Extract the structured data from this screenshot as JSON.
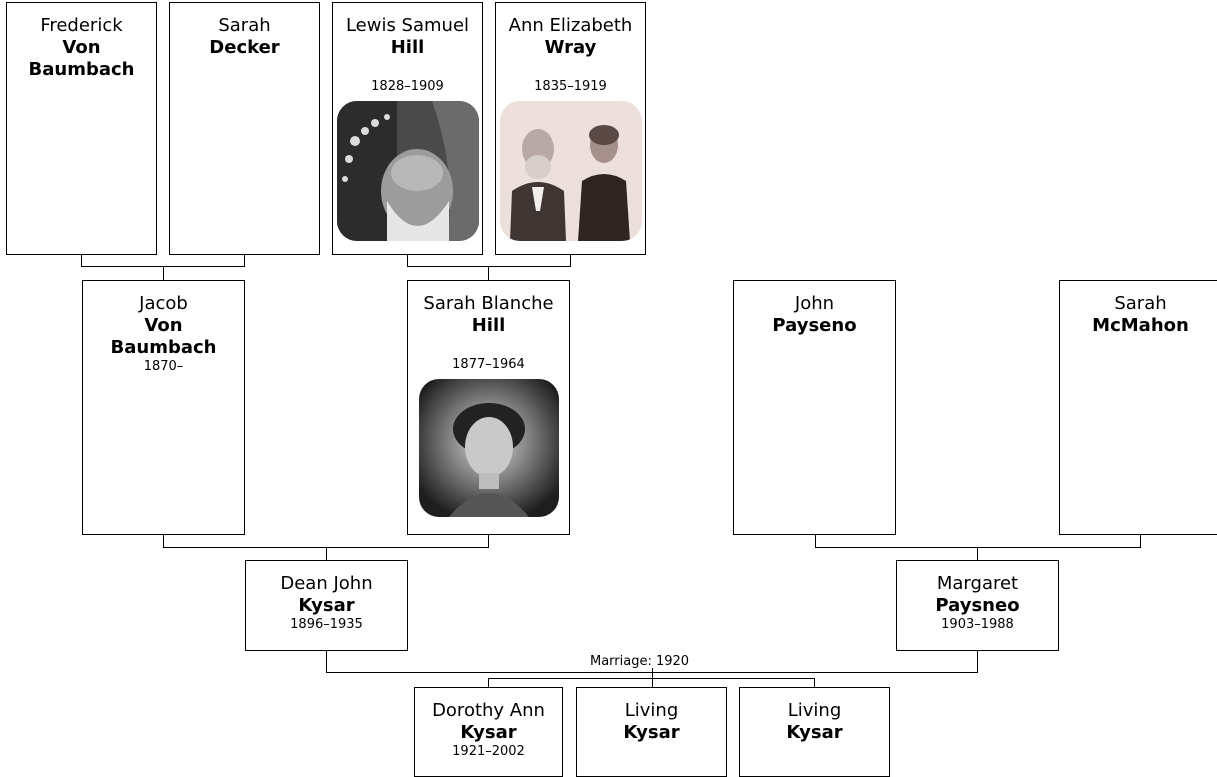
{
  "marriage_label": "Marriage: 1920",
  "people": {
    "frederick": {
      "given": "Frederick",
      "surname": "Von Baumbach"
    },
    "sarah_decker": {
      "given": "Sarah",
      "surname": "Decker"
    },
    "lewis": {
      "given": "Lewis Samuel",
      "surname": "Hill",
      "dates": "1828–1909"
    },
    "ann": {
      "given": "Ann Elizabeth",
      "surname": "Wray",
      "dates": "1835–1919"
    },
    "jacob": {
      "given": "Jacob",
      "surname": "Von Baumbach",
      "dates": "1870–"
    },
    "sarah_blanche": {
      "given": "Sarah Blanche",
      "surname": "Hill",
      "dates": "1877–1964"
    },
    "john": {
      "given": "John",
      "surname": "Payseno"
    },
    "sarah_mcmahon": {
      "given": "Sarah",
      "surname": "McMahon"
    },
    "dean": {
      "given": "Dean John",
      "surname": "Kysar",
      "dates": "1896–1935"
    },
    "margaret": {
      "given": "Margaret",
      "surname": "Paysneo",
      "dates": "1903–1988"
    },
    "dorothy": {
      "given": "Dorothy Ann",
      "surname": "Kysar",
      "dates": "1921–2002"
    },
    "living1": {
      "given": "Living",
      "surname": "Kysar"
    },
    "living2": {
      "given": "Living",
      "surname": "Kysar"
    }
  }
}
